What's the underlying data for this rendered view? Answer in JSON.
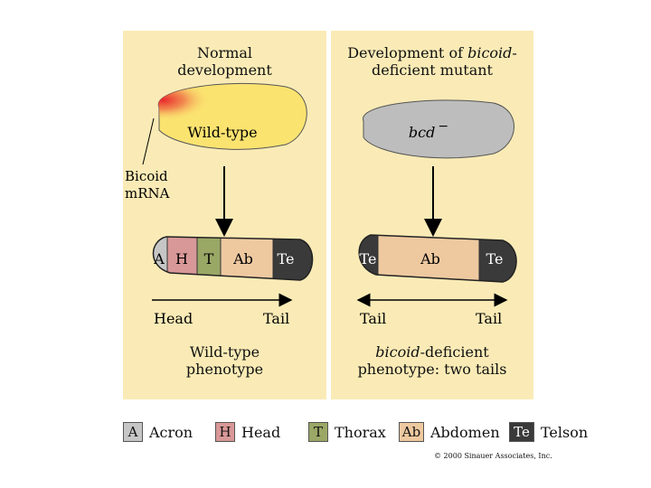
{
  "left_panel": {
    "title_line1": "Normal",
    "title_line2": "development",
    "egg_label": "Wild-type",
    "mrna_label_line1": "Bicoid",
    "mrna_label_line2": "mRNA",
    "segments": [
      "A",
      "H",
      "T",
      "Ab",
      "Te"
    ],
    "axis_left": "Head",
    "axis_right": "Tail",
    "caption_line1": "Wild-type",
    "caption_line2": "phenotype"
  },
  "right_panel": {
    "title_line1": "Development of ",
    "title_line1_italic": "bicoid",
    "title_line1_end": "-",
    "title_line2": "deficient mutant",
    "egg_label": "bcd",
    "egg_superscript": "−",
    "segments": [
      "Te",
      "Ab",
      "Te"
    ],
    "axis_left": "Tail",
    "axis_right": "Tail",
    "caption_line1_italic": "bicoid",
    "caption_line1_end": "-deficient",
    "caption_line2": "phenotype: two tails"
  },
  "legend": [
    {
      "code": "A",
      "label": "Acron",
      "color": "#c6c6c6"
    },
    {
      "code": "H",
      "label": "Head",
      "color": "#d99898"
    },
    {
      "code": "T",
      "label": "Thorax",
      "color": "#9aa866"
    },
    {
      "code": "Ab",
      "label": "Abdomen",
      "color": "#eec9a0"
    },
    {
      "code": "Te",
      "label": "Telson",
      "color": "#3a3a3a"
    }
  ],
  "copyright": "© 2000 Sinauer Associates, Inc.",
  "colors": {
    "panel": "#faebb6",
    "egg_wildtype": "#fbe370",
    "egg_mutant": "#bdbdbd",
    "bicoid_mrna": "#e8282c",
    "acron": "#c6c6c6",
    "head": "#d99898",
    "thorax": "#9aa866",
    "abdomen": "#eec9a0",
    "telson": "#3a3a3a"
  }
}
